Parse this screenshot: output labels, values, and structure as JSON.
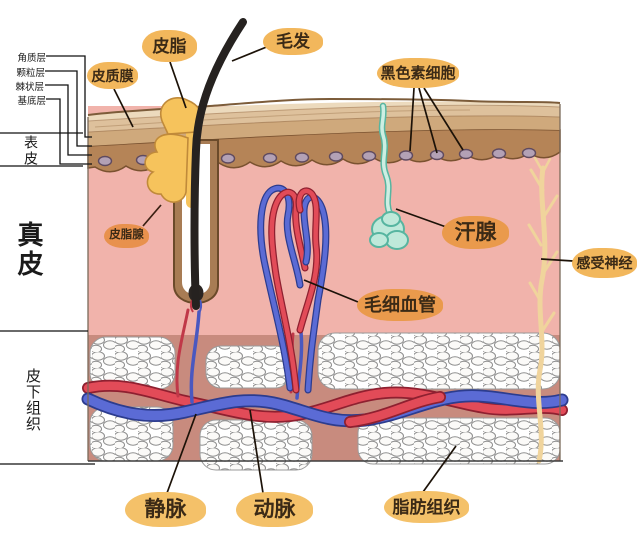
{
  "figure": {
    "type": "anatomy-diagram",
    "subject": "human skin cross-section"
  },
  "layer_labels": {
    "items": [
      "角质层",
      "颗粒层",
      "棘状层",
      "基底层"
    ],
    "epidermis": "表皮",
    "dermis": "真皮",
    "subcutis": "皮下组织"
  },
  "callouts": {
    "sebum": "皮脂",
    "hair": "毛发",
    "cuticle_membrane": "皮质膜",
    "melanocyte": "黑色素细胞",
    "sebaceous_gland": "皮脂腺",
    "sweat_gland": "汗腺",
    "sensory_nerve": "感受神经",
    "capillary": "毛细血管",
    "vein": "静脉",
    "artery": "动脉",
    "adipose": "脂肪组织"
  },
  "colors": {
    "bubble_light": "#f4c169",
    "bubble_orange": "#ea9a4c",
    "epidermis_top": "#ecdabd",
    "epidermis_deep": "#b58457",
    "dermis": "#f1b3ab",
    "subcutis": "#c88b7e",
    "artery": "#e24b58",
    "vein": "#5b6bd5",
    "sweat_gland": "#bfe9da",
    "nerve": "#f0d49c",
    "hair": "#262220",
    "sebum": "#f6c35c",
    "melanocyte_cell": "#b3a1b5"
  }
}
